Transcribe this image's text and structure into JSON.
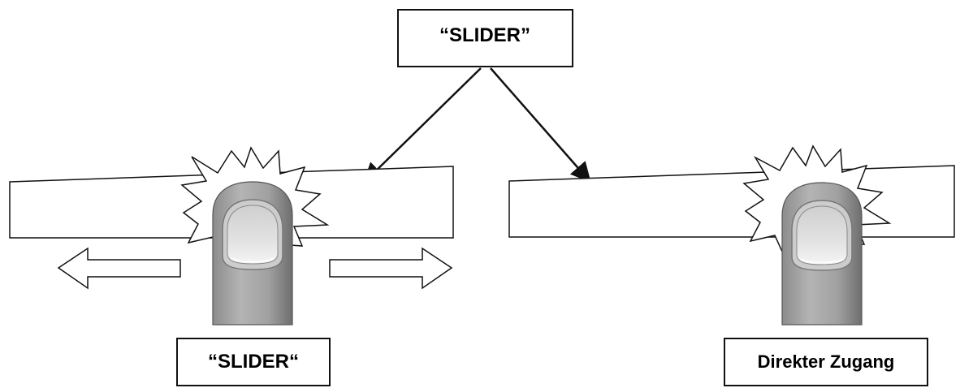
{
  "labels": {
    "top": "“SLIDER”",
    "bottom_left": "“SLIDER“",
    "bottom_right": "Direkter Zugang"
  },
  "colors": {
    "stroke": "#111111",
    "finger_fill": "#a6a6a6",
    "finger_shade": "#7a7a7a",
    "nail_fill": "#dcdcdc",
    "nail_highlight": "#f2f2f2",
    "background": "#ffffff"
  },
  "icons": {
    "finger": "finger-icon",
    "touch_burst": "touch-burst-icon",
    "arrow_left": "arrow-left-icon",
    "arrow_right": "arrow-right-icon"
  }
}
